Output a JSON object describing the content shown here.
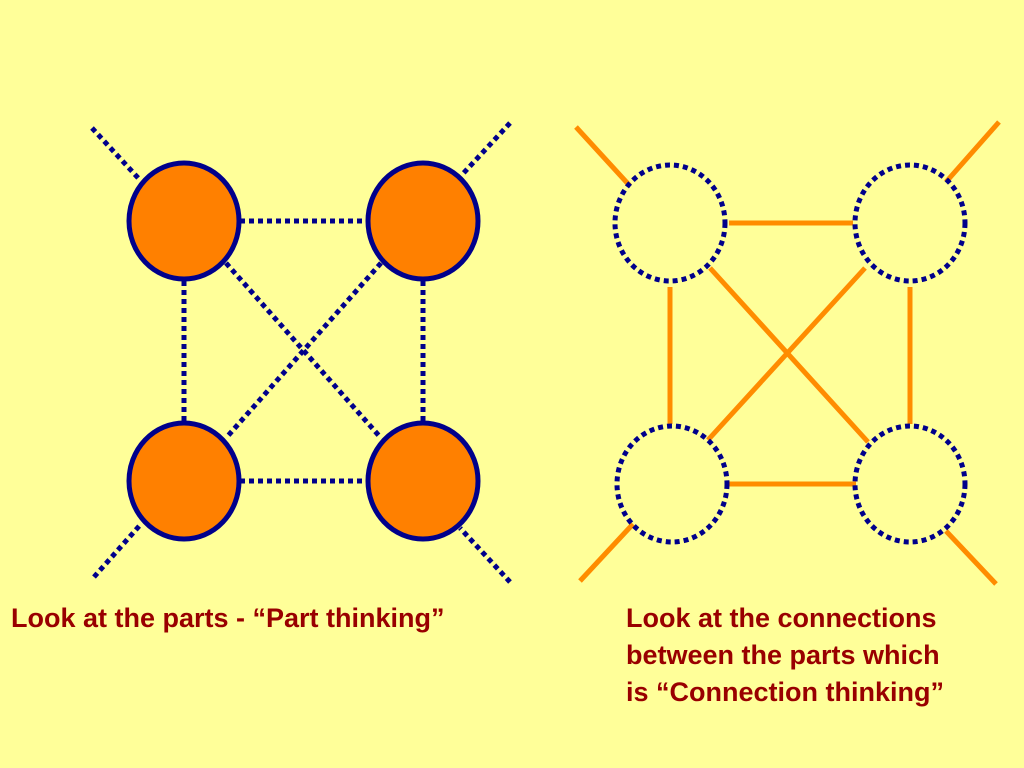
{
  "colors": {
    "background": "#ffff99",
    "node_fill": "#ff8000",
    "blue": "#00008b",
    "orange_line": "#ff8c00",
    "caption_text": "#990000"
  },
  "diagram_left": {
    "node_style": "solid filled circles",
    "link_style": "dotted blue lines"
  },
  "diagram_right": {
    "node_style": "dotted empty circles",
    "link_style": "solid orange lines"
  },
  "captions": {
    "left": [
      "Look at the parts - “Part thinking”"
    ],
    "right": [
      "Look at the connections",
      "between the parts which",
      "is “Connection thinking”"
    ]
  }
}
